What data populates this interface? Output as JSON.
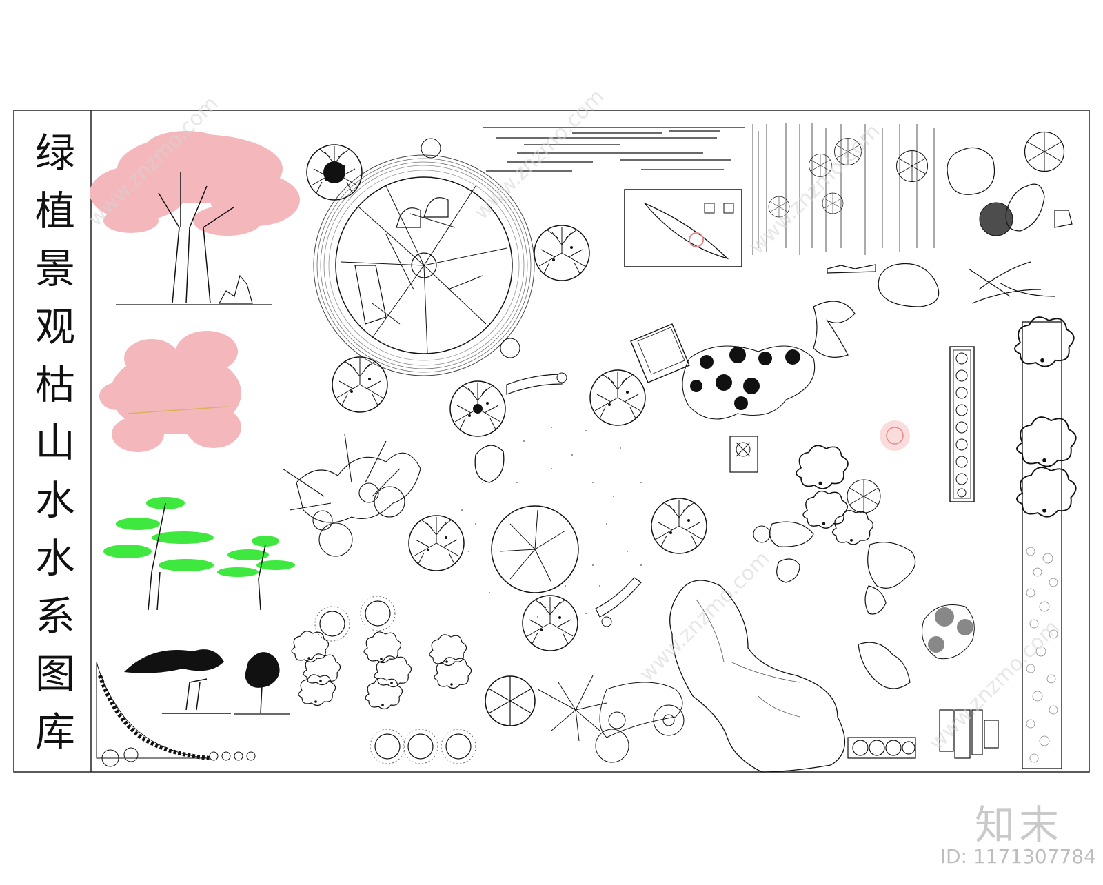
{
  "title": {
    "chars": [
      "绿",
      "植",
      "景",
      "观",
      "枯",
      "山",
      "水",
      "水",
      "系",
      "图",
      "库"
    ]
  },
  "watermark": {
    "site": "www.znzmo.com",
    "brand_cn": "知末",
    "image_id": "ID: 1171307784",
    "short": "znzmo.com"
  },
  "colors": {
    "blossom": "#f4b8bc",
    "pine_green": "#3ee83e",
    "line": "#111111",
    "accent_pink": "#e58a8a",
    "frame": "#222222"
  },
  "icons": [
    "blossom-tree-elevation-icon",
    "blossom-tree-plan-icon",
    "green-pine-elevation-icon",
    "black-pine-elevation-icon",
    "tree-plan-symbol-icon",
    "rock-plan-icon",
    "gravel-circle-icon",
    "stepping-stone-strip-icon"
  ]
}
